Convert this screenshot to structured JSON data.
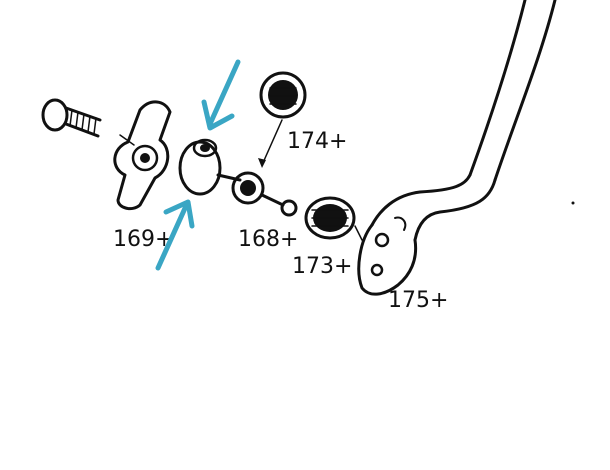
{
  "diagram": {
    "part_labels": {
      "part_169": "169+",
      "part_174": "174+",
      "part_168": "168+",
      "part_173": "173+",
      "part_175": "175+"
    },
    "colors": {
      "ink": "#111111",
      "arrow": "#3aa6c4",
      "background": "#ffffff"
    },
    "annotation_arrows": [
      "arrow-top-right-pointing-down-left",
      "arrow-bottom-left-pointing-up-right"
    ]
  }
}
